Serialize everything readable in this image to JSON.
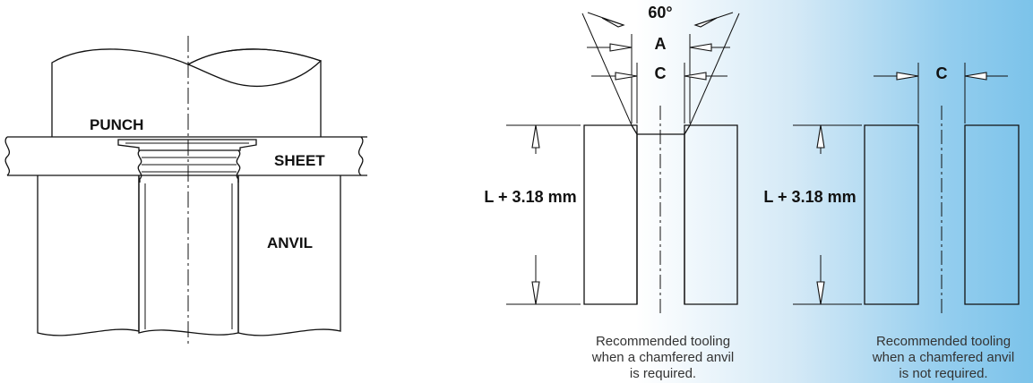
{
  "left_figure": {
    "labels": {
      "punch": "PUNCH",
      "sheet": "SHEET",
      "anvil": "ANVIL"
    }
  },
  "middle_figure": {
    "angle_label": "60°",
    "label_a": "A",
    "label_c": "C",
    "length_label": "L + 3.18 mm",
    "caption": [
      "Recommended tooling",
      "when a chamfered anvil",
      "is required."
    ]
  },
  "right_figure": {
    "label_c": "C",
    "length_label": "L + 3.18 mm",
    "caption": [
      "Recommended tooling",
      "when a chamfered anvil",
      "is not required."
    ]
  },
  "colors": {
    "gradient_start": "#ffffff",
    "gradient_end": "#7cc3ea",
    "line": "#111111"
  }
}
